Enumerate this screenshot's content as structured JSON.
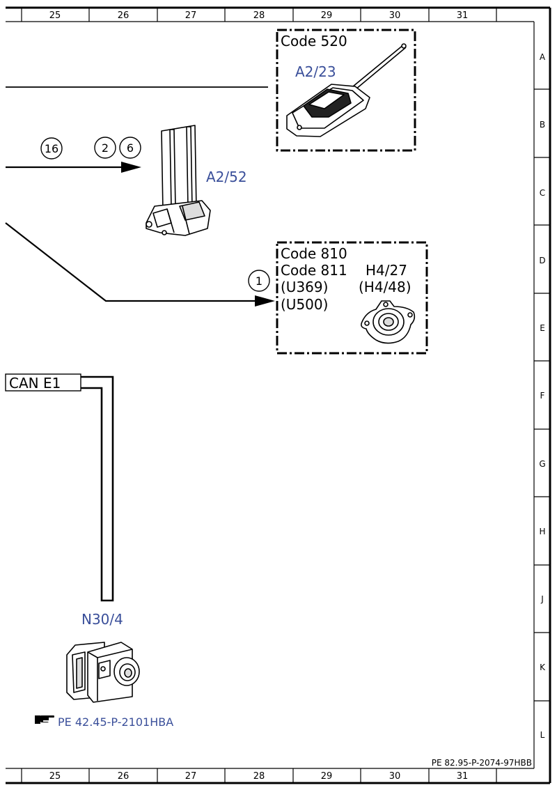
{
  "columns": [
    "25",
    "26",
    "27",
    "28",
    "29",
    "30",
    "31"
  ],
  "rows": [
    "A",
    "B",
    "C",
    "D",
    "E",
    "F",
    "G",
    "H",
    "J",
    "K",
    "L"
  ],
  "options": {
    "code520": {
      "code": "Code 520",
      "component": "A2/23"
    },
    "code810": {
      "lines": [
        "Code 810",
        "Code 811",
        "(U369)",
        "(U500)"
      ],
      "component": "H4/27",
      "component_alt": "(H4/48)"
    }
  },
  "components": {
    "a2_52": "A2/52",
    "n30_4": "N30/4"
  },
  "wire_refs": [
    "16",
    "2",
    "6",
    "1"
  ],
  "bus": {
    "label": "CAN E1"
  },
  "reference": {
    "icon": "pointing-hand-icon",
    "text": "PE 42.45-P-2101HBA"
  },
  "document_id": "PE 82.95-P-2074-97HBB",
  "colors": {
    "component_label": "#3a4f9a",
    "line": "#000000"
  }
}
